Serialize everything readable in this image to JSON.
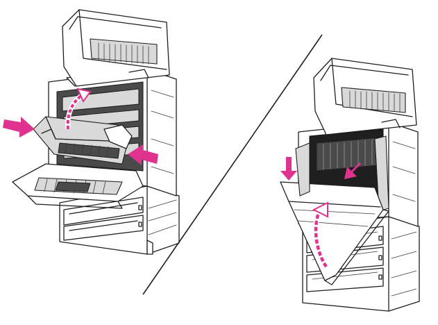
{
  "figure": {
    "panels": [
      {
        "id": "left",
        "steps": [
          "open-upper-panel",
          "push-release-levers"
        ]
      },
      {
        "id": "right",
        "steps": [
          "lift-lower-panel",
          "press-latches"
        ]
      }
    ],
    "colors": {
      "arrow": "#e0338f",
      "line": "#1e1e1e",
      "shade": "#d9d9d9",
      "dark": "#4a4a4a",
      "background": "#ffffff"
    },
    "icons": [
      "push-arrow-icon",
      "lift-arrow-icon",
      "divider-line"
    ]
  }
}
